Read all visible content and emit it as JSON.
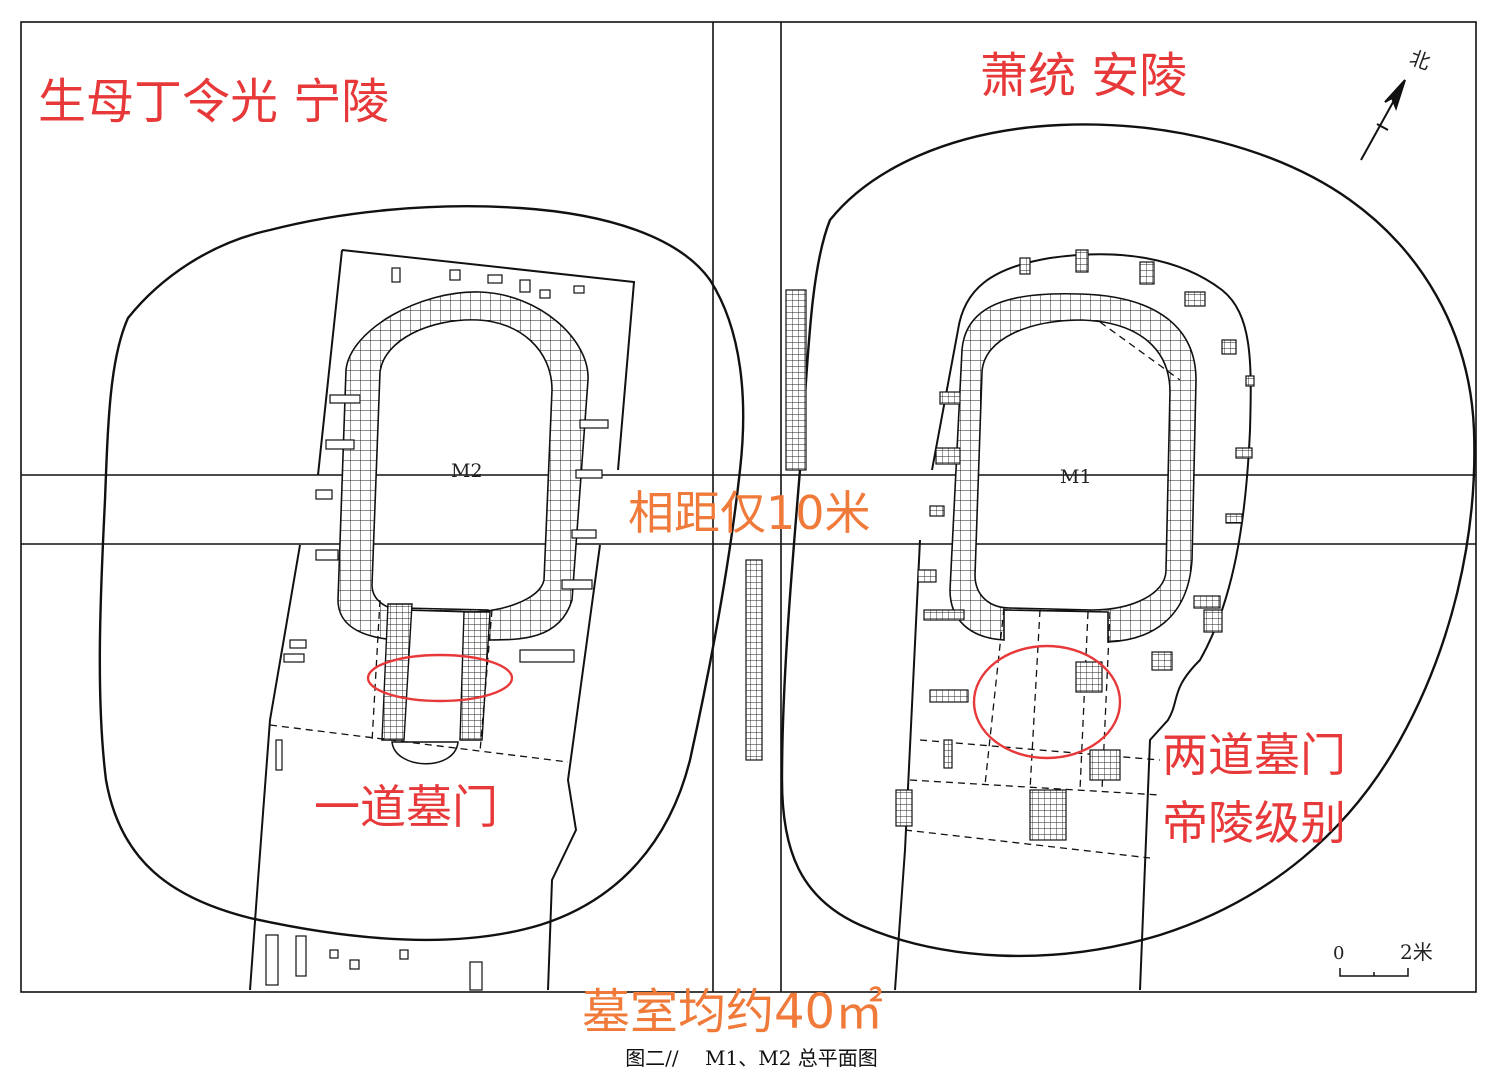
{
  "annotations": {
    "left_title": "生母丁令光 宁陵",
    "right_title": "萧统 安陵",
    "distance": "相距仅10米",
    "left_gate": "一道墓门",
    "right_gate_line1": "两道墓门",
    "right_gate_line2": "帝陵级别",
    "area": "墓室均约40㎡"
  },
  "tomb_labels": {
    "left": "M2",
    "right": "M1"
  },
  "compass": {
    "label": "北"
  },
  "scale_bar": {
    "start": "0",
    "end": "2米"
  },
  "caption": "图二//　 M1、M2 总平面图",
  "colors": {
    "annotation_red": "#e8393a",
    "annotation_orange": "#f07a3a",
    "highlight_circle": "#e8393a",
    "line": "#111111"
  }
}
